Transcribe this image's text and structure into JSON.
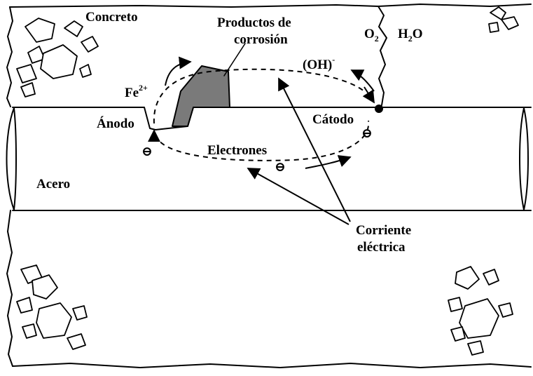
{
  "labels": {
    "concrete": "Concreto",
    "corrosion_line1": "Productos de",
    "corrosion_line2": "corrosión",
    "oxygen": "O",
    "oxygen_sub": "2",
    "water_h": "H",
    "water_sub": "2",
    "water_o": "O",
    "hydroxide": "(OH)",
    "hydroxide_sup": "-",
    "iron": "Fe",
    "iron_sup": "2+",
    "anode": "Ánodo",
    "cathode": "Cátodo",
    "electrons": "Electrones",
    "steel": "Acero",
    "current_line1": "Corriente",
    "current_line2": "eléctrica",
    "electron_symbol": "⊖"
  },
  "colors": {
    "ink": "#000000",
    "background": "#ffffff",
    "corrosion_fill": "#7a7a7a"
  }
}
